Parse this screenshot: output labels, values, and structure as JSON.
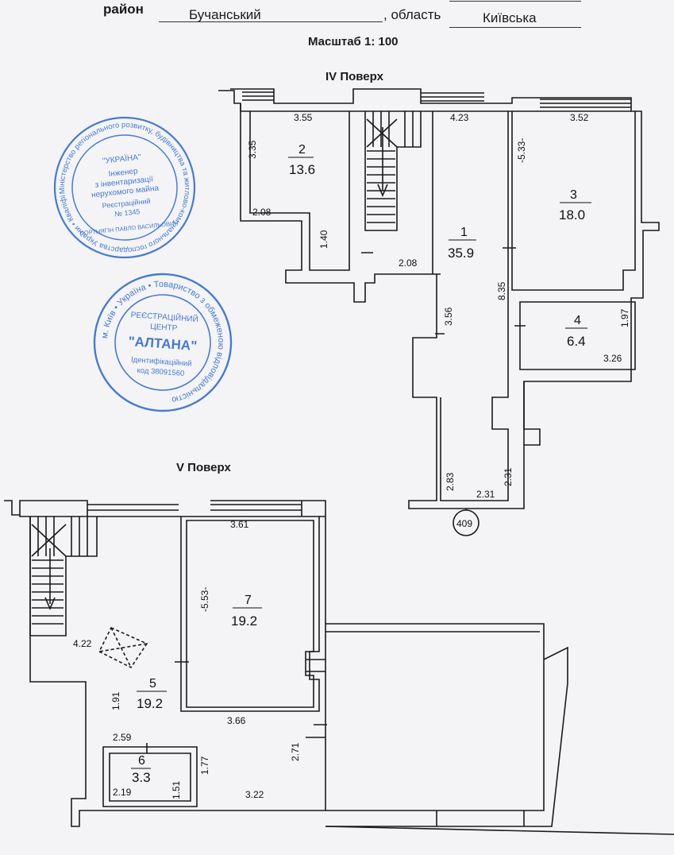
{
  "header": {
    "district_label": "район",
    "district_value": "Бучанський",
    "region_label": ", область",
    "region_value": "Київська",
    "scale": "Масштаб 1: 100"
  },
  "floors": {
    "iv": {
      "title": "IV Поверх",
      "rooms": [
        {
          "num": "1",
          "area": "35.9"
        },
        {
          "num": "2",
          "area": "13.6"
        },
        {
          "num": "3",
          "area": "18.0"
        },
        {
          "num": "4",
          "area": "6.4"
        }
      ],
      "dims": [
        "3.55",
        "4.23",
        "3.52",
        "3.35",
        "-5.33-",
        "2.08",
        "1.40",
        "2.08",
        "3.56",
        "8.35",
        "1.97",
        "3.26",
        "2.83",
        "2.31",
        "2.31"
      ],
      "marker": "409"
    },
    "v": {
      "title": "V Поверх",
      "rooms": [
        {
          "num": "5",
          "area": "19.2"
        },
        {
          "num": "6",
          "area": "3.3"
        },
        {
          "num": "7",
          "area": "19.2"
        }
      ],
      "dims": [
        "3.61",
        "-5.53-",
        "4.22",
        "1.91",
        "3.66",
        "2.59",
        "1.77",
        "2.71",
        "3.22",
        "2.19",
        "1.51"
      ]
    }
  },
  "stamps": {
    "engineer": {
      "ring": "Міністерство регіонального розвитку, будівництва та житлово-комунального господарства України • Кваліфікаційний сертифікат",
      "inner1": "\"УКРАЇНА\"",
      "inner2": "Інженер",
      "inner3": "з інвентаризації",
      "inner4": "нерухомого майна",
      "inner5": "Реєстраційний",
      "inner6": "№ 1345",
      "inner7": "ПОРТНЯГІН ПАВЛО ВАСИЛЬОВИЧ"
    },
    "center": {
      "ring": "м. Київ • Україна • Товариство з обмеженою відповідальністю",
      "line1": "РЕЄСТРАЦІЙНИЙ",
      "line2": "ЦЕНТР",
      "line3": "\"АЛТАНА\"",
      "line4": "Ідентифікаційний",
      "line5": "код 38091560"
    }
  },
  "colors": {
    "stamp": "#2a64c4",
    "ink": "#1a1a1a",
    "paper": "#f4f4f6"
  }
}
